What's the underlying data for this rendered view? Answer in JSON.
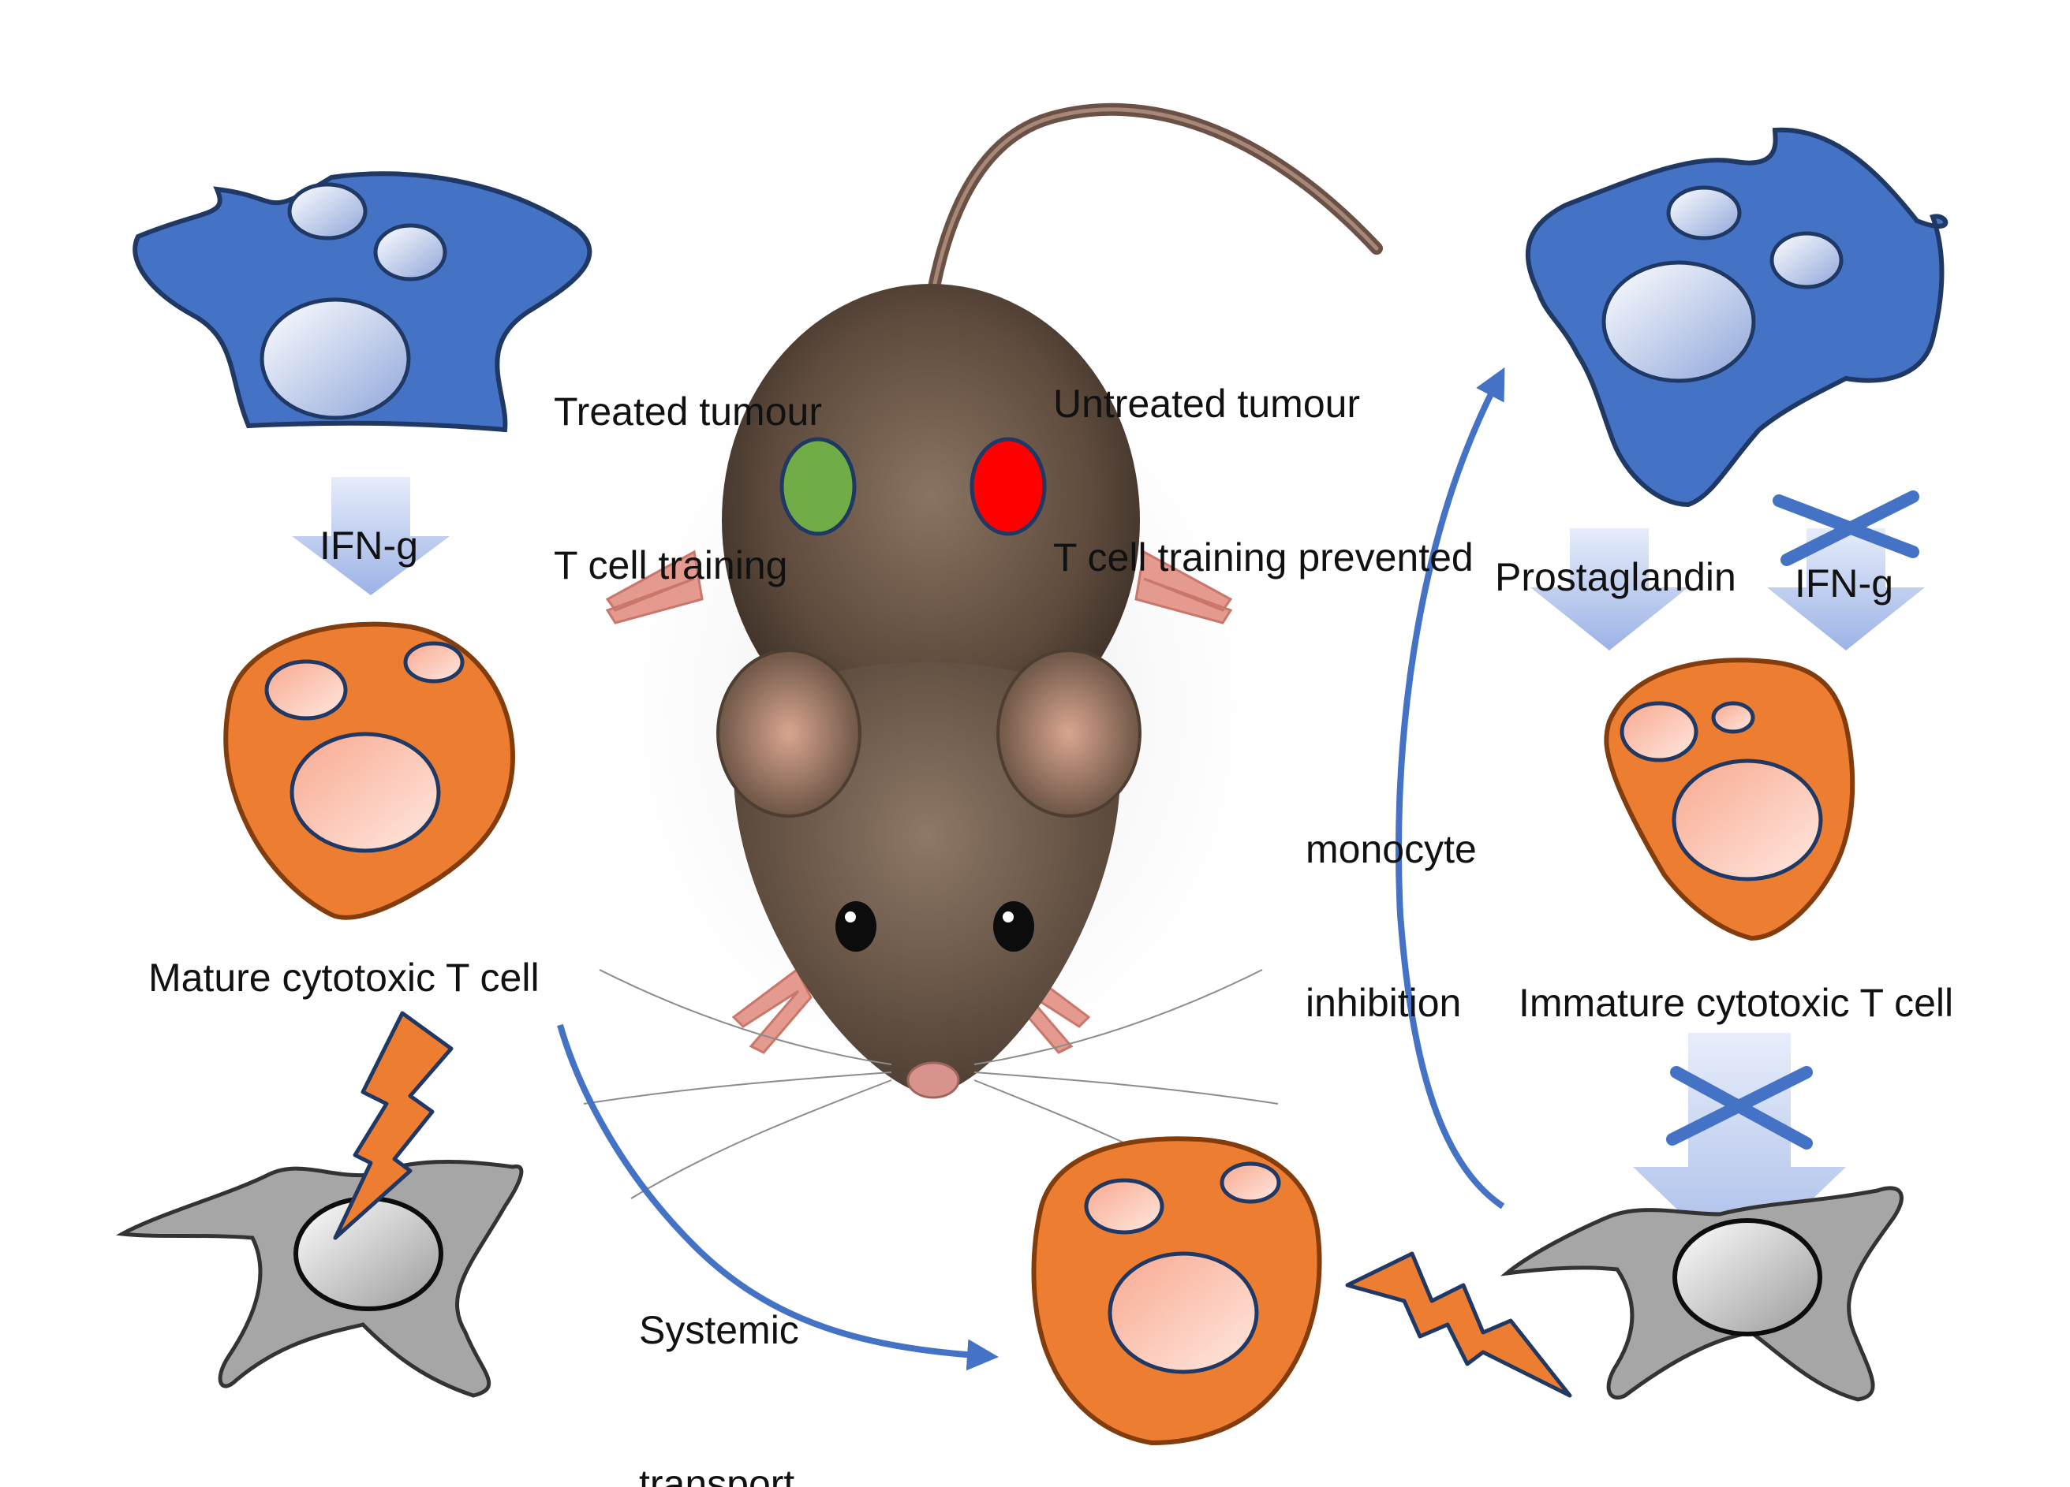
{
  "labels": {
    "treated_line1": "Treated tumour",
    "treated_line2": "T cell training",
    "untreated_line1": "Untreated tumour",
    "untreated_line2": "T cell training prevented",
    "ifng_left": "IFN-g",
    "ifng_right": "IFN-g",
    "prostaglandin": "Prostaglandin",
    "monocyte_line1": "monocyte",
    "monocyte_line2": "inhibition",
    "mature": "Mature cytotoxic T cell",
    "immature": "Immature cytotoxic T cell",
    "systemic_line1": "Systemic",
    "systemic_line2": "transport"
  },
  "colors": {
    "tumour_blue": "#4472C4",
    "tcell_orange": "#ED7D31",
    "target_gray": "#A6A6A6",
    "arrow_blue": "#4472C4",
    "marker_green": "#70AD47",
    "marker_red": "#FF0000",
    "outline_navy": "#1F3864"
  },
  "icons": {
    "mouse": "mouse-illustration",
    "lightning": "lightning-bolt-icon",
    "blocked": "x-cross-icon"
  }
}
